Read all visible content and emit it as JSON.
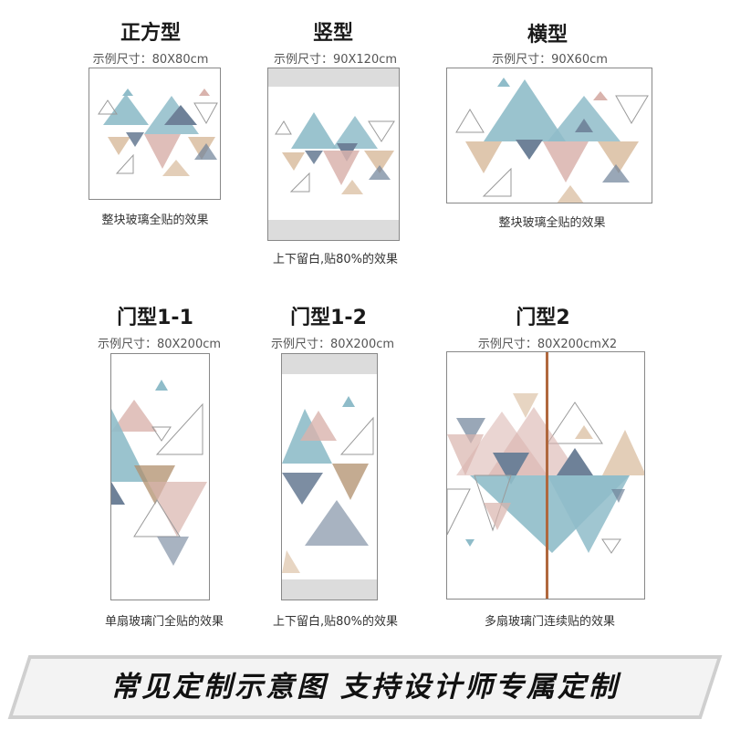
{
  "colors": {
    "teal": "#8fbcc9",
    "pink": "#d9b3ad",
    "tan": "#d7b99a",
    "navy": "#6e8198",
    "line": "#9a9a9a",
    "rod": "#b0683e"
  },
  "panels": [
    {
      "title": "正方型",
      "size": "示例尺寸：80X80cm",
      "caption": "整块玻璃全贴的效果"
    },
    {
      "title": "竖型",
      "size": "示例尺寸：90X120cm",
      "caption": "上下留白,贴80%的效果"
    },
    {
      "title": "横型",
      "size": "示例尺寸：90X60cm",
      "caption": "整块玻璃全贴的效果"
    },
    {
      "title": "门型1-1",
      "size": "示例尺寸：80X200cm",
      "caption": "单扇玻璃门全贴的效果"
    },
    {
      "title": "门型1-2",
      "size": "示例尺寸：80X200cm",
      "caption": "上下留白,贴80%的效果"
    },
    {
      "title": "门型2",
      "size": "示例尺寸：80X200cmX2",
      "caption": "多扇玻璃门连续贴的效果"
    }
  ],
  "banner": {
    "text": "常见定制示意图 支持设计师专属定制"
  }
}
